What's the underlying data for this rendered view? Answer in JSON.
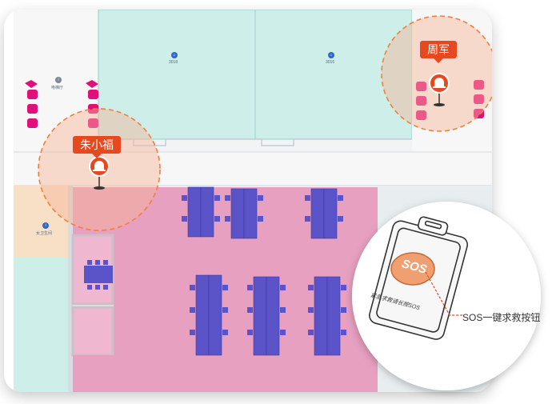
{
  "people": {
    "left_name": "朱小福",
    "right_name": "周军"
  },
  "rooms": {
    "meeting_a_label": "3018",
    "meeting_b_label": "3016",
    "elevator_label": "电梯厅",
    "restroom_label": "女卫生间"
  },
  "device": {
    "sos_label": "SOS",
    "device_caption": "紧急求救请长按SOS",
    "callout_label": "SOS一键求救按钮"
  },
  "colors": {
    "alarm_red": "#e8481f",
    "dashed_circle": "#f0803c",
    "desk_blue": "#5a54c8",
    "floor_pink": "#e7a0c0",
    "room_teal": "#cdeee9"
  },
  "icons": [
    "alarm-light-icon",
    "sos-badge-icon",
    "location-pin-icon",
    "info-pin-icon"
  ]
}
